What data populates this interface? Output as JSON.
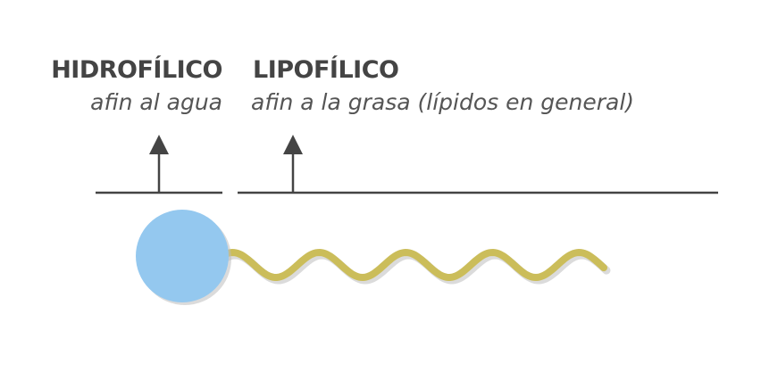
{
  "hydrophilic": {
    "title": "HIDROFÍLICO",
    "subtitle": "afin al agua"
  },
  "lipophilic": {
    "title": "LIPOFÍLICO",
    "subtitle": "afin a la grasa (lípidos en general)"
  },
  "colors": {
    "text_title": "#444444",
    "text_subtitle": "#555555",
    "lines": "#444444",
    "head": "#94c8ef",
    "tail": "#cbbd5a"
  }
}
